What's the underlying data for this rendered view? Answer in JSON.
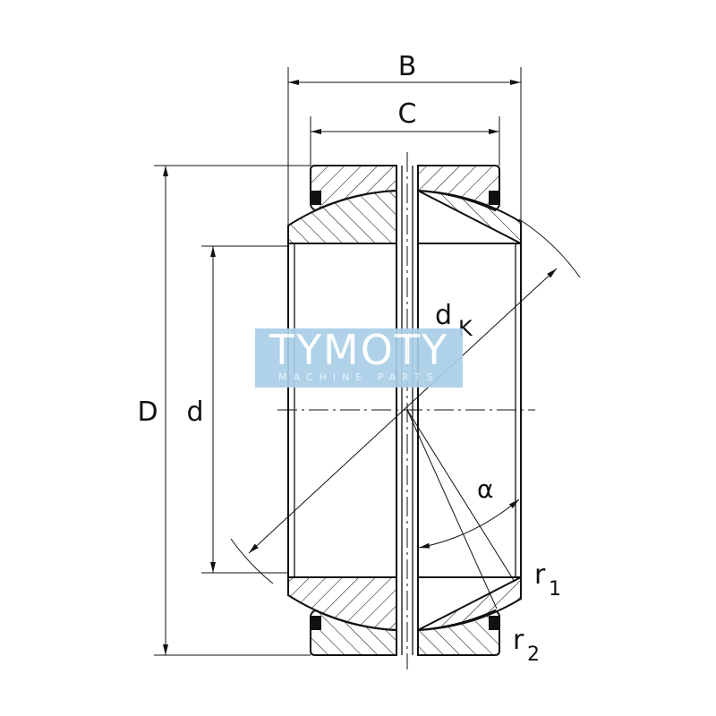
{
  "diagram": {
    "labels": {
      "B": "B",
      "C": "C",
      "D": "D",
      "d": "d",
      "dK_main": "d",
      "dK_sub": "K",
      "alpha": "α",
      "r1_main": "r",
      "r1_sub": "1",
      "r2_main": "r",
      "r2_sub": "2"
    },
    "colors": {
      "line": "#111111",
      "watermark": "#a9cfe8"
    }
  },
  "watermark": {
    "title": "TYMOTY",
    "subtitle": "MACHINE PARTS"
  }
}
